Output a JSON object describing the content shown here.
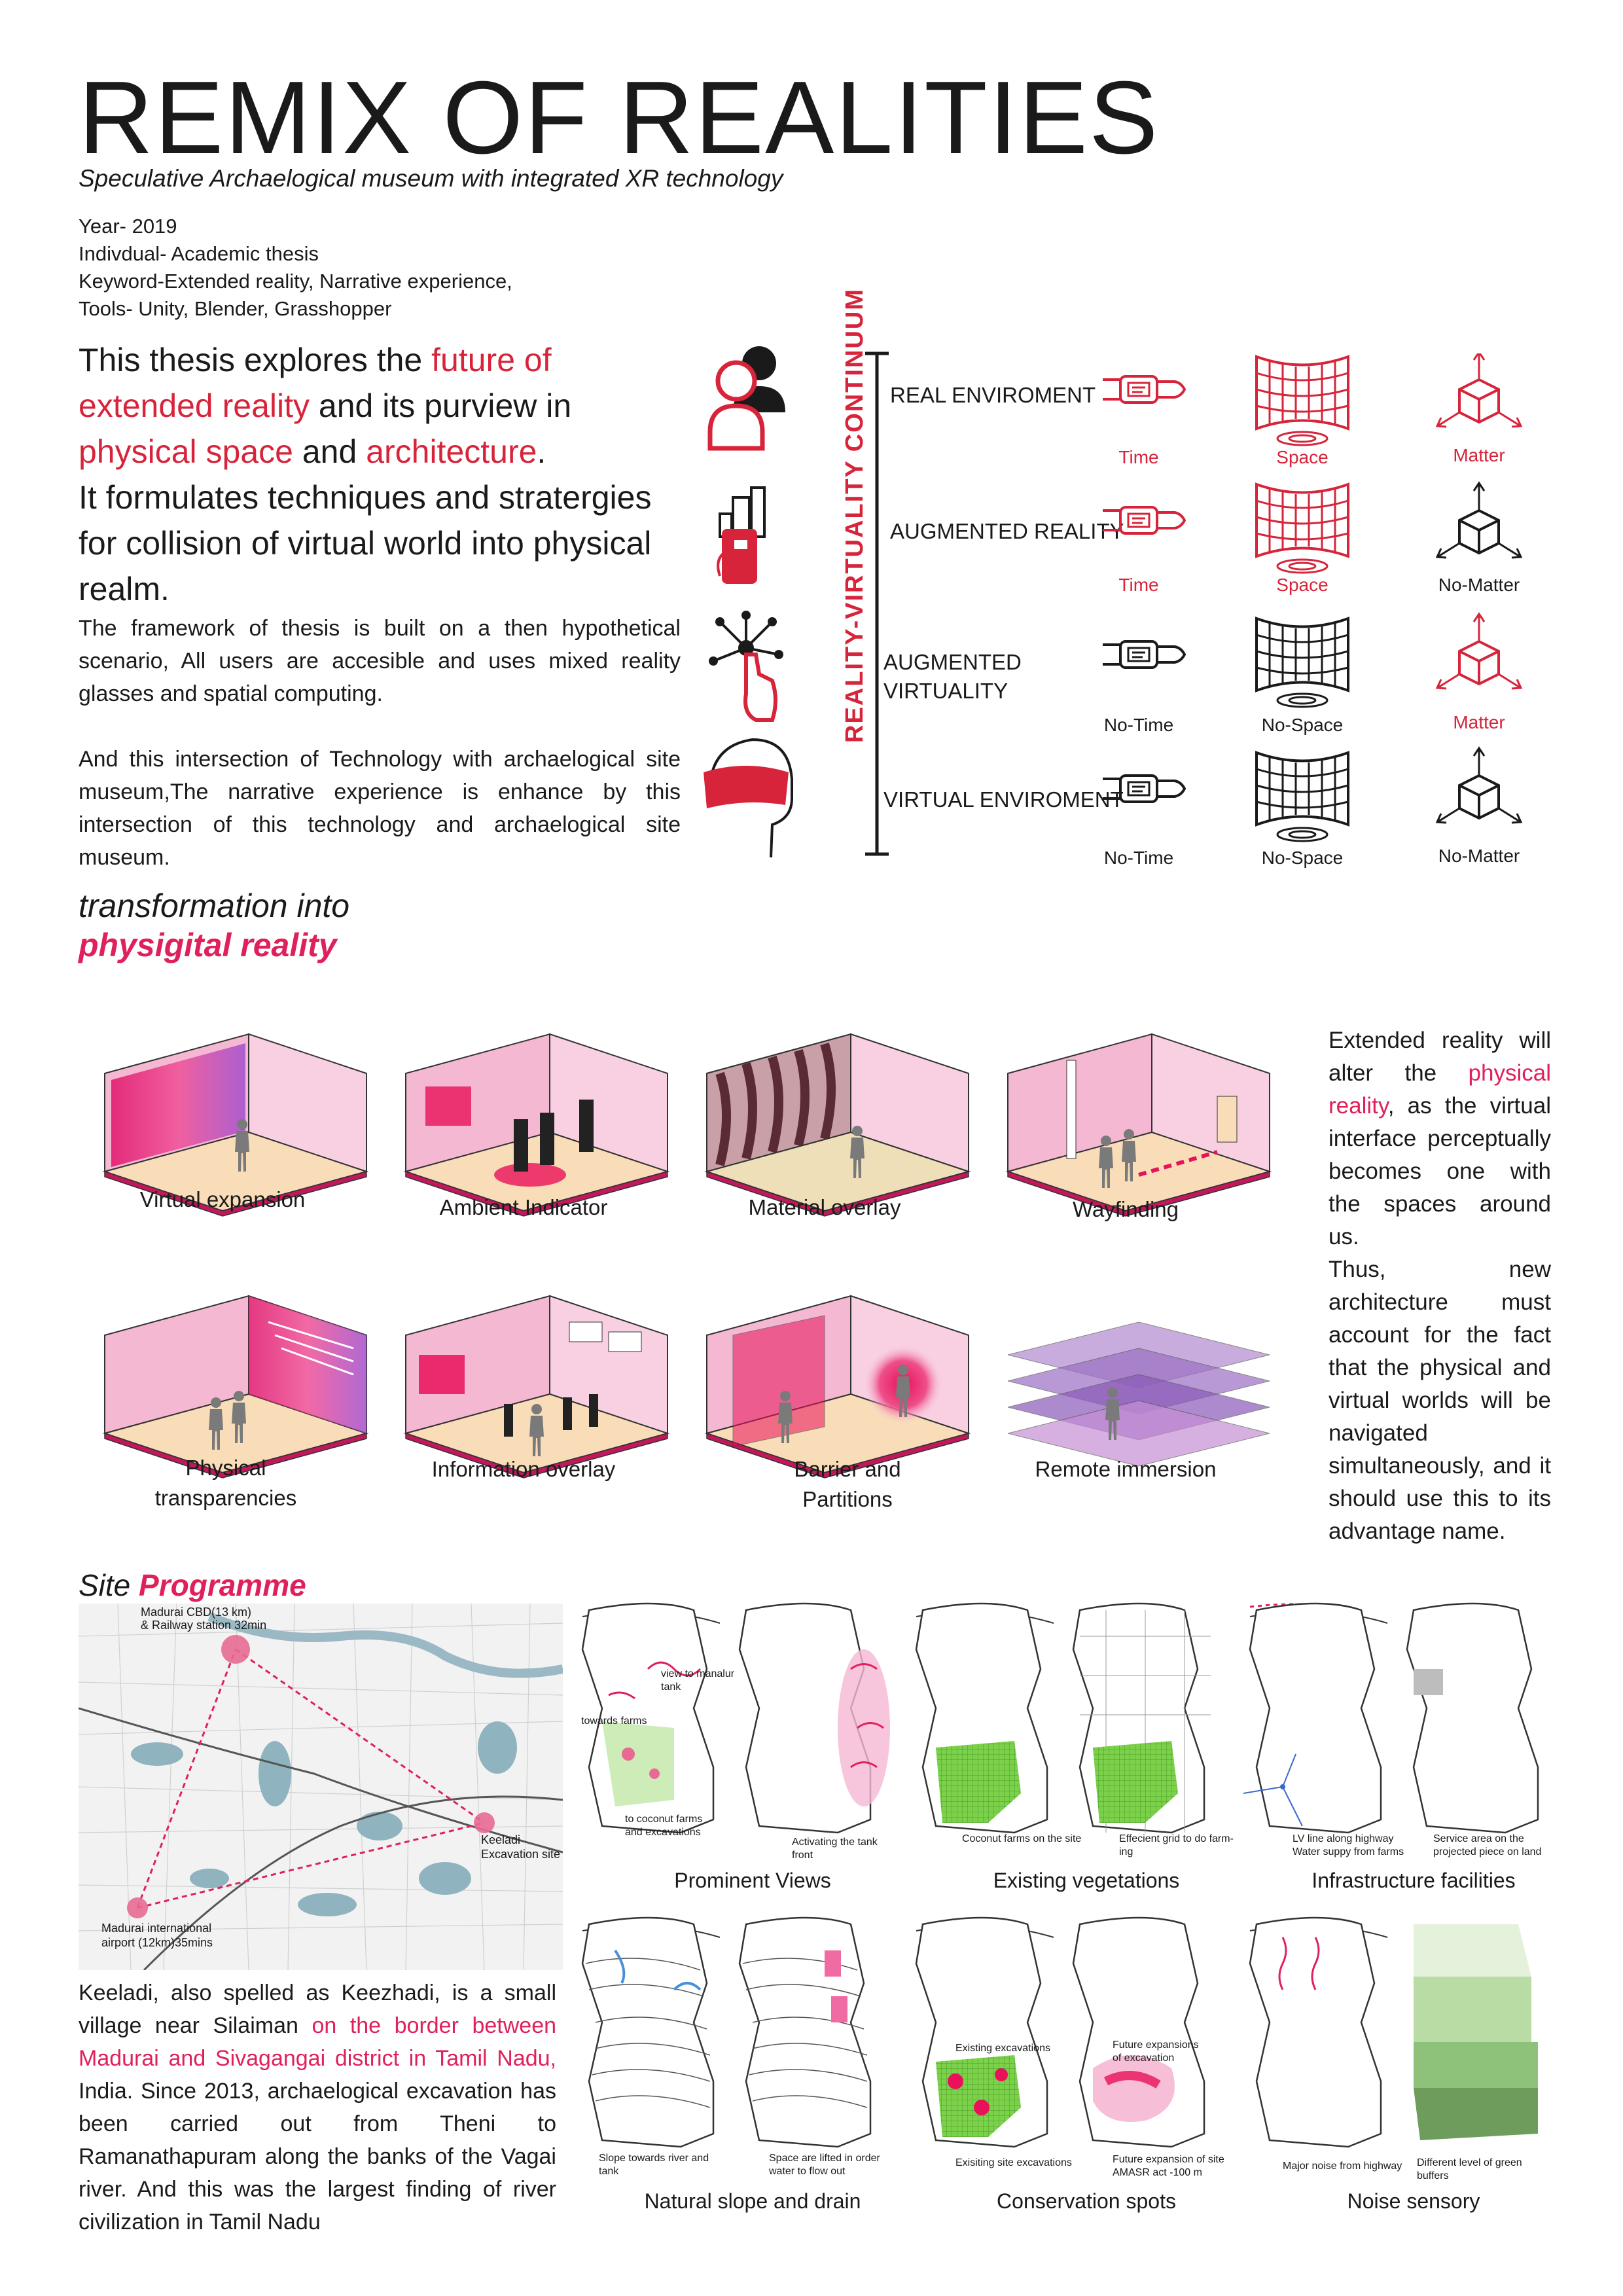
{
  "header": {
    "title": "REMIX OF REALITIES",
    "subtitle": "Speculative Archaelogical museum with integrated XR technology",
    "meta": [
      "Year- 2019",
      "Indivdual- Academic thesis",
      "Keyword-Extended reality, Narrative experience,",
      "Tools- Unity, Blender, Grasshopper"
    ]
  },
  "intro": {
    "p1_a": "This thesis explores the ",
    "p1_b": "future of extended reality",
    "p1_c": " and its purview in ",
    "p1_d": "physical space",
    "p1_e": " and ",
    "p1_f": "architecture",
    "p1_g": ".",
    "p2": "It formulates techniques and stratergies for collision of virtual world into physical realm.",
    "p3": "The framework of thesis is built on a then hypothetical scenario, All users are accesible and uses mixed reality glasses and spatial computing.",
    "p4": "And this intersection of Technology with archaelogical site museum,The narrative experience is enhance by this intersection of this technology and archaelogical site museum."
  },
  "continuum": {
    "axis": "REALITY-VIRTUALITY CONTINUUM",
    "rows": [
      {
        "label": "REAL ENVIROMENT",
        "c1": "Time",
        "c2": "Space",
        "c3": "Matter"
      },
      {
        "label": "AUGMENTED REALITY",
        "c1": "Time",
        "c2": "Space",
        "c3": "No-Matter"
      },
      {
        "label": "AUGMENTED",
        "label2": "VIRTUALITY",
        "c1": "No-Time",
        "c2": "No-Space",
        "c3": "Matter"
      },
      {
        "label": "VIRTUAL ENVIROMENT",
        "c1": "No-Time",
        "c2": "No-Space",
        "c3": "No-Matter"
      }
    ],
    "colors": {
      "red": "#d7243a",
      "black": "#1a1a1a"
    }
  },
  "transformation": {
    "heading1": "transformation into",
    "heading2": "physigital reality",
    "row1": [
      "Virtual expansion",
      "Ambient Indicator",
      "Material overlay",
      "Wayfinding"
    ],
    "row2": [
      "Physical transparencies",
      "Information overlay",
      "Barrier and Partitions",
      "Remote immersion"
    ],
    "side1_a": "Extended reality will alter the ",
    "side1_b": "physical reality",
    "side1_c": ", as the virtual interface perceptually becomes one with the spaces around us.",
    "side2": "Thus, new architecture must account for the fact that the physical and virtual worlds will be navigated simultaneously, and it should use this to its advantage name."
  },
  "site": {
    "heading_a": "Site ",
    "heading_b": "Programme",
    "map": {
      "cbd": "Madurai CBD(13 km)",
      "rail": "& Railway station 32min",
      "keeladi1": "Keeladi",
      "keeladi2": "Excavation site",
      "airport1": "Madurai international",
      "airport2": "airport (12km)35mins"
    },
    "text_a": "Keeladi, also spelled as Keezhadi, is a small village near Silaiman ",
    "text_b": "on the border between Madurai  and Sivagangai district in Tamil Nadu,",
    "text_c": " India. Since 2013, archaelogical excavation has been carried out from Theni to Ramanathapuram along the banks of the Vagai river. And this was the largest finding of river civilization in Tamil Nadu",
    "panels": [
      {
        "title": "Prominent Views",
        "notes": [
          "view to manalur",
          "tank",
          "towards farms",
          "to coconut farms",
          "and excavations",
          "Activating the tank",
          "front"
        ]
      },
      {
        "title": "Existing vegetations",
        "notes": [
          "Coconut farms on the site",
          "Effecient grid to do farm-",
          "ing"
        ]
      },
      {
        "title": "Infrastructure facilities",
        "notes": [
          "LV line along highway",
          "Water suppy from farms",
          "Service area on the",
          "projected piece on land"
        ]
      },
      {
        "title": "Natural slope and drain",
        "notes": [
          "Slope towards river and",
          "tank",
          "Space are lifted in order",
          "water to flow out"
        ]
      },
      {
        "title": "Conservation spots",
        "notes": [
          "Existing excavations",
          "Future expansions",
          "of excavation",
          "Exisiting site excavations",
          "Future expansion of site",
          "AMASR act -100 m"
        ]
      },
      {
        "title": "Noise sensory",
        "notes": [
          "Major noise from highway",
          "Different level of green",
          "buffers"
        ]
      }
    ]
  }
}
